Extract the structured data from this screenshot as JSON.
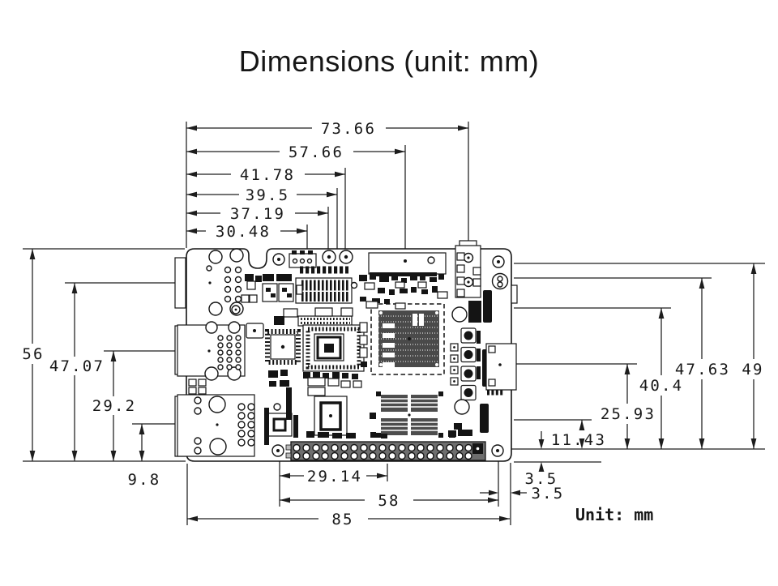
{
  "title": "Dimensions (unit: mm)",
  "unit_note": "Unit: mm",
  "colors": {
    "ink": "#1a1a1a",
    "paper": "#ffffff"
  },
  "dimensions": {
    "top": [
      "73.66",
      "57.66",
      "41.78",
      "39.5",
      "37.19",
      "30.48"
    ],
    "left": [
      "56",
      "47.07",
      "29.2",
      "9.8"
    ],
    "right": [
      "49",
      "47.63",
      "40.4",
      "25.93",
      "11.43"
    ],
    "bottom_right_offsets": [
      "3.5",
      "3.5"
    ],
    "bottom": [
      "29.14",
      "58",
      "85"
    ]
  }
}
